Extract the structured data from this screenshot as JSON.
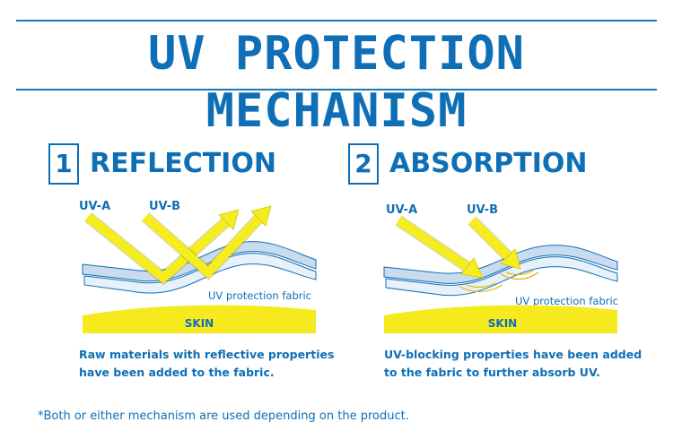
{
  "title": "UV PROTECTION MECHANISM",
  "panels": [
    {
      "number": "1",
      "title": "REFLECTION",
      "uv_a": "UV-A",
      "uv_b": "UV-B",
      "fabric_label": "UV protection fabric",
      "skin_label": "SKIN",
      "description": "Raw materials with reflective properties have been added to the fabric."
    },
    {
      "number": "2",
      "title": "ABSORPTION",
      "uv_a": "UV-A",
      "uv_b": "UV-B",
      "fabric_label": "UV protection fabric",
      "skin_label": "SKIN",
      "description": "UV-blocking properties have been added to the fabric to further absorb UV."
    }
  ],
  "footnote": "*Both or either mechanism are used depending on the product.",
  "colors": {
    "primary_blue": "#0f6fb6",
    "uv_arrow_yellow": "#f5ed1d",
    "skin_yellow": "#f6ea1e",
    "fabric_blue": "#dce9f6"
  }
}
